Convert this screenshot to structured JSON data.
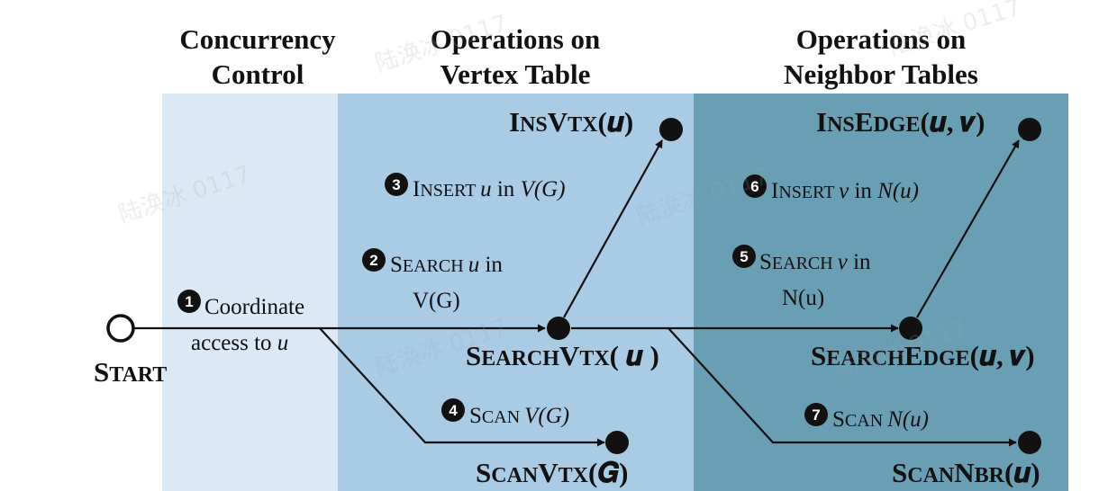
{
  "headers": {
    "concurrency": [
      "Concurrency",
      "Control"
    ],
    "vertex": [
      "Operations on",
      "Vertex Table"
    ],
    "neighbor": [
      "Operations on",
      "Neighbor Tables"
    ]
  },
  "colors": {
    "concurrency_bg": "#dbe8f5",
    "vertex_bg": "#a9cbe4",
    "neighbor_bg": "#6a9fb3",
    "line": "#111111"
  },
  "nodes": {
    "start": {
      "initial": "S",
      "rest": "TART"
    },
    "insvtx": {
      "a": "I",
      "b": "NS",
      "c": "V",
      "d": "TX",
      "arg": "(𝒖)"
    },
    "searchvtx": {
      "a": "S",
      "b": "EARCH",
      "c": "V",
      "d": "TX",
      "arg": "( 𝒖 )"
    },
    "scanvtx": {
      "a": "S",
      "b": "CAN",
      "c": "V",
      "d": "TX",
      "arg": "(𝑮)"
    },
    "insedge": {
      "a": "I",
      "b": "NS",
      "c": "E",
      "d": "DGE",
      "arg": "(𝒖, 𝒗)"
    },
    "searchedge": {
      "a": "S",
      "b": "EARCH",
      "c": "E",
      "d": "DGE",
      "arg": "(𝒖, 𝒗)"
    },
    "scannbr": {
      "a": "S",
      "b": "CAN",
      "c": "N",
      "d": "BR",
      "arg": "(𝒖)"
    }
  },
  "steps": {
    "s1": {
      "num": "1",
      "line1": "Coordinate",
      "line2a": "access to ",
      "line2b": "u"
    },
    "s2": {
      "num": "2",
      "a": "S",
      "b": "EARCH ",
      "c": "u",
      "d": " in",
      "line2": "V(G)"
    },
    "s3": {
      "num": "3",
      "a": "I",
      "b": "NSERT ",
      "c": "u",
      "d": " in ",
      "e": "V(G)"
    },
    "s4": {
      "num": "4",
      "a": "S",
      "b": "CAN ",
      "c": "V(G)"
    },
    "s5": {
      "num": "5",
      "a": "S",
      "b": "EARCH ",
      "c": "v",
      "d": " in",
      "line2": "N(u)"
    },
    "s6": {
      "num": "6",
      "a": "I",
      "b": "NSERT ",
      "c": "v",
      "d": " in ",
      "e": "N(u)"
    },
    "s7": {
      "num": "7",
      "a": "S",
      "b": "CAN ",
      "c": "N(u)"
    }
  },
  "watermark": "陆涣冰 0117"
}
